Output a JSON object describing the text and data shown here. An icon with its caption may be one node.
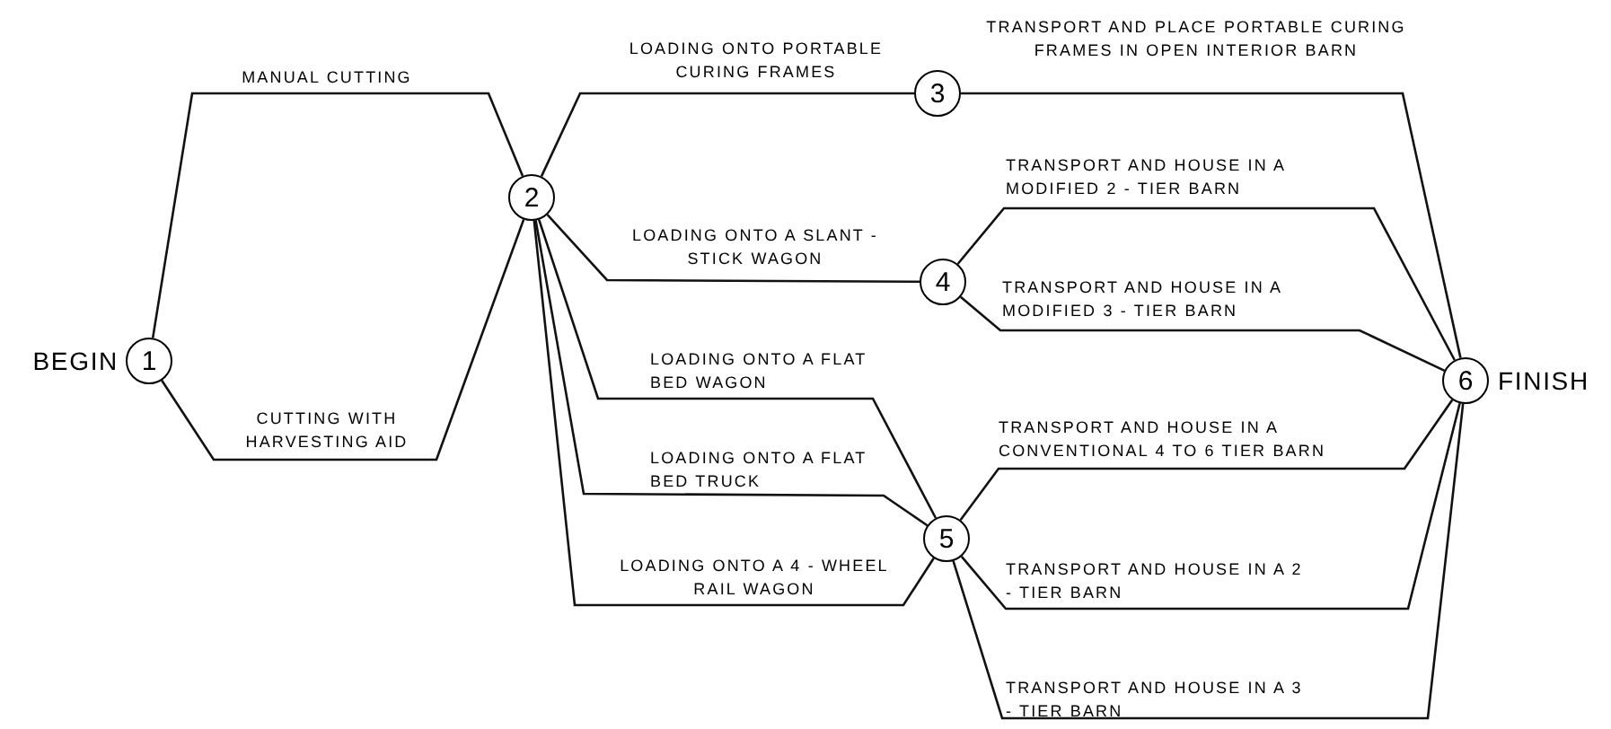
{
  "diagram": {
    "nodes": [
      {
        "text": [
          "1"
        ],
        "beside": [
          "BEGIN"
        ]
      },
      {
        "text": [
          "2"
        ]
      },
      {
        "text": [
          "3"
        ]
      },
      {
        "text": [
          "4"
        ]
      },
      {
        "text": [
          "5"
        ]
      },
      {
        "text": [
          "6"
        ],
        "beside": [
          "FINISH"
        ]
      }
    ],
    "edges": [
      {
        "from": 0,
        "to": 1,
        "arrow": "none",
        "label": "MANUAL CUTTING"
      },
      {
        "from": 0,
        "to": 1,
        "arrow": "none",
        "label": "CUTTING WITH HARVESTING AID"
      },
      {
        "from": 1,
        "to": 2,
        "arrow": "none",
        "label": "LOADING ONTO PORTABLE CURING FRAMES"
      },
      {
        "from": 1,
        "to": 3,
        "arrow": "none",
        "label": "LOADING ONTO A SLANT - STICK WAGON"
      },
      {
        "from": 1,
        "to": 4,
        "arrow": "none",
        "label": "LOADING ONTO A FLAT BED WAGON"
      },
      {
        "from": 1,
        "to": 4,
        "arrow": "none",
        "label": "LOADING ONTO A FLAT BED TRUCK"
      },
      {
        "from": 1,
        "to": 4,
        "arrow": "none",
        "label": "LOADING ONTO A 4 - WHEEL RAIL WAGON"
      },
      {
        "from": 2,
        "to": 5,
        "arrow": "none",
        "label": "TRANSPORT AND PLACE PORTABLE CURING FRAMES IN OPEN INTERIOR BARN"
      },
      {
        "from": 3,
        "to": 5,
        "arrow": "none",
        "label": "TRANSPORT AND HOUSE IN A MODIFIED 2 - TIER BARN"
      },
      {
        "from": 3,
        "to": 5,
        "arrow": "none",
        "label": "TRANSPORT AND HOUSE IN A MODIFIED 3 - TIER BARN"
      },
      {
        "from": 4,
        "to": 5,
        "arrow": "none",
        "label": "TRANSPORT AND HOUSE IN A CONVENTIONAL 4 TO 6 TIER BARN"
      },
      {
        "from": 4,
        "to": 5,
        "arrow": "none",
        "label": "TRANSPORT AND HOUSE IN A 2 - TIER BARN"
      },
      {
        "from": 4,
        "to": 5,
        "arrow": "none",
        "label": "TRANSPORT AND HOUSE IN A 3 - TIER BARN"
      }
    ]
  }
}
